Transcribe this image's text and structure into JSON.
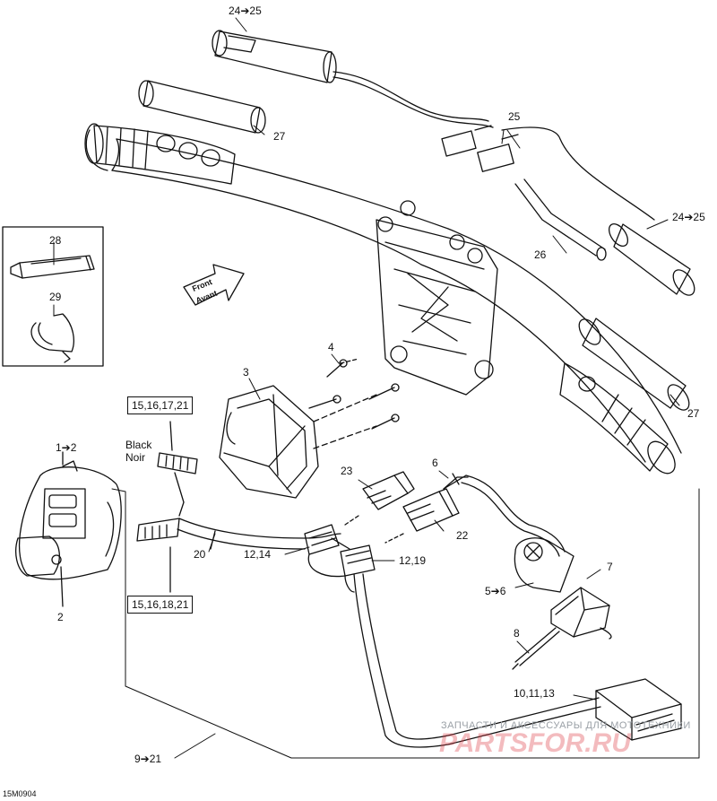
{
  "callouts": {
    "c24_25_top": "24➔25",
    "c27_top": "27",
    "c25": "25",
    "c24_25_right": "24➔25",
    "c26": "26",
    "c28": "28",
    "c29": "29",
    "c4": "4",
    "c3": "3",
    "c1_2": "1➔2",
    "c2": "2",
    "c23": "23",
    "c6": "6",
    "c22": "22",
    "c20": "20",
    "c12_14": "12,14",
    "c12_19": "12,19",
    "c7": "7",
    "c5_6": "5➔6",
    "c8": "8",
    "c27_right": "27",
    "c10_11_13": "10,11,13",
    "c9_21": "9➔21"
  },
  "boxes": {
    "box_top": "15,16,17,21",
    "box_bottom": "15,16,18,21"
  },
  "connector_color": {
    "en": "Black",
    "fr": "Noir"
  },
  "front_arrow": {
    "en": "Front",
    "fr": "Avant"
  },
  "figure_code": "15M0904",
  "watermark": {
    "line1": "ЗАПЧАСТИ И АКСЕССУАРЫ ДЛЯ МОТОТЕХНИКИ",
    "line2": "PARTSFOR.RU"
  }
}
